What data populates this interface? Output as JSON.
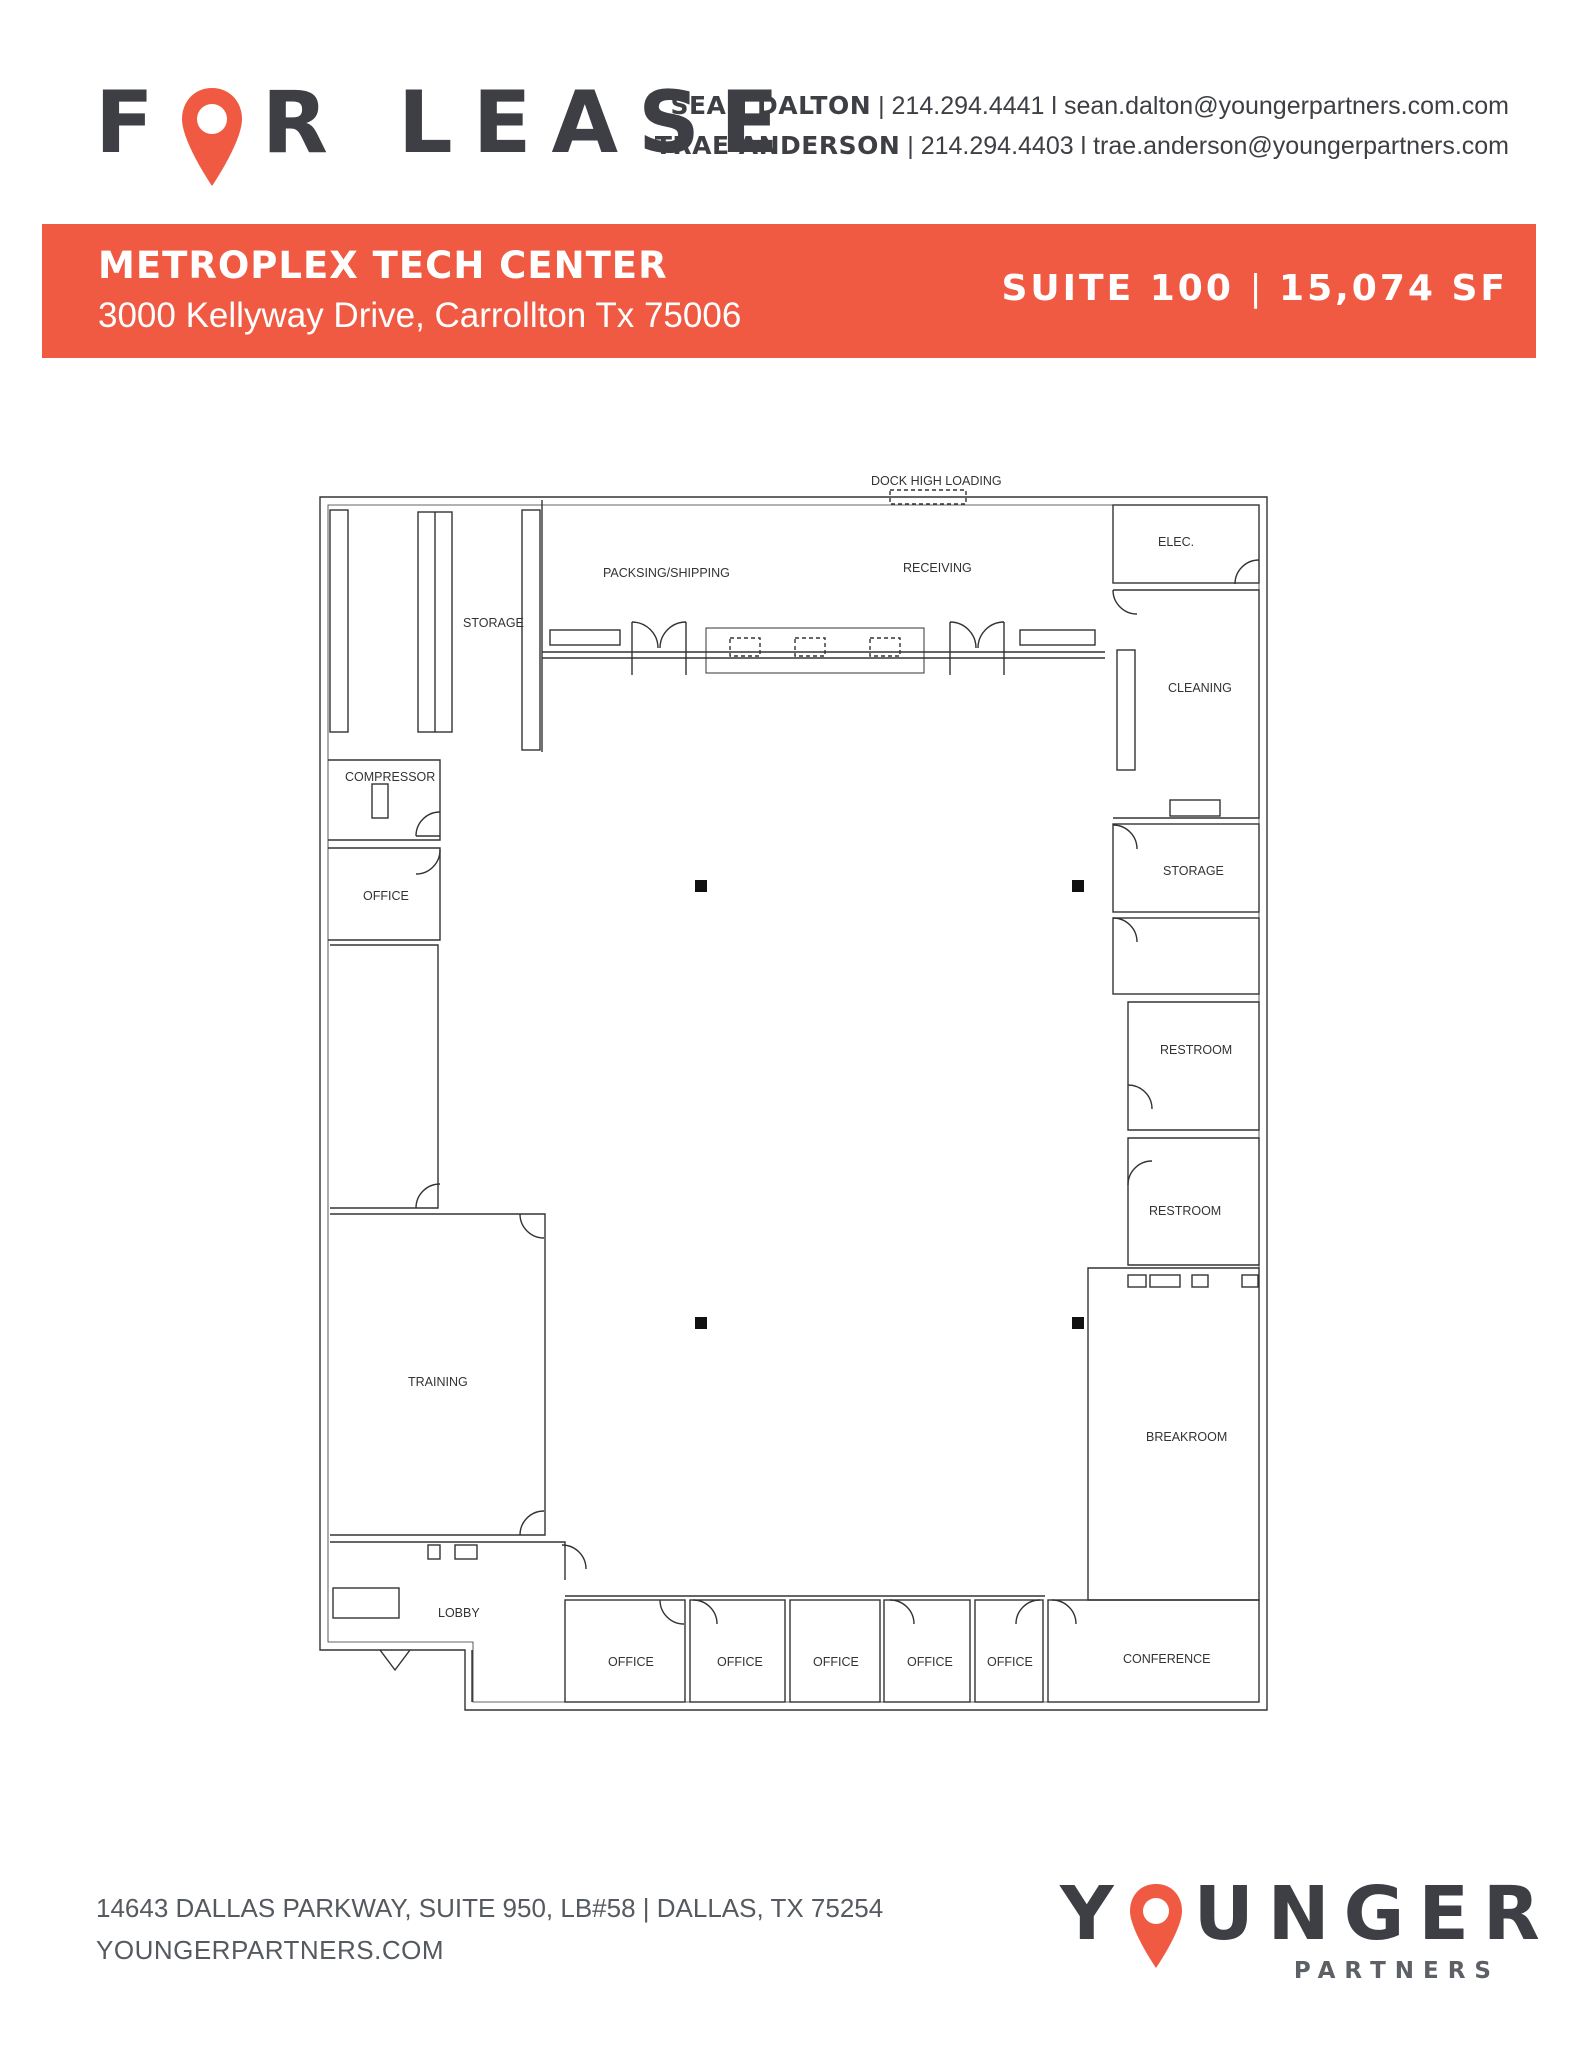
{
  "header": {
    "title_part1": "F",
    "title_part2": "R LEASE",
    "contacts": [
      {
        "name": "SEAN DALTON",
        "phone": "214.294.4441",
        "sep": "l",
        "email": "sean.dalton@youngerpartners.com.com"
      },
      {
        "name": "TRAE ANDERSON",
        "phone": "214.294.4403",
        "sep": "l",
        "email": "trae.anderson@youngerpartners.com"
      }
    ]
  },
  "banner": {
    "property_name": "METROPLEX TECH CENTER",
    "address": "3000 Kellyway Drive, Carrollton Tx 75006",
    "suite": "SUITE 100",
    "area": "15,074 SF",
    "color": "#f05a43"
  },
  "floorplan": {
    "labels": {
      "dock": "DOCK HIGH LOADING",
      "packing": "PACKSING/SHIPPING",
      "receiving": "RECEIVING",
      "elec": "ELEC.",
      "storage_top": "STORAGE",
      "cleaning": "CLEANING",
      "compressor": "COMPRESSOR",
      "storage_right": "STORAGE",
      "office_left": "OFFICE",
      "restroom_upper": "RESTROOM",
      "restroom_lower": "RESTROOM",
      "training": "TRAINING",
      "breakroom": "BREAKROOM",
      "lobby": "LOBBY",
      "office1": "OFFICE",
      "office2": "OFFICE",
      "office3": "OFFICE",
      "office4": "OFFICE",
      "office5": "OFFICE",
      "conference": "CONFERENCE"
    }
  },
  "footer": {
    "address": "14643 DALLAS PARKWAY, SUITE 950, LB#58 | DALLAS, TX 75254",
    "website": "YOUNGERPARTNERS.COM",
    "logo_part1": "Y",
    "logo_part2": "UNGER",
    "logo_sub": "PARTNERS"
  },
  "accent_color": "#f05a43"
}
